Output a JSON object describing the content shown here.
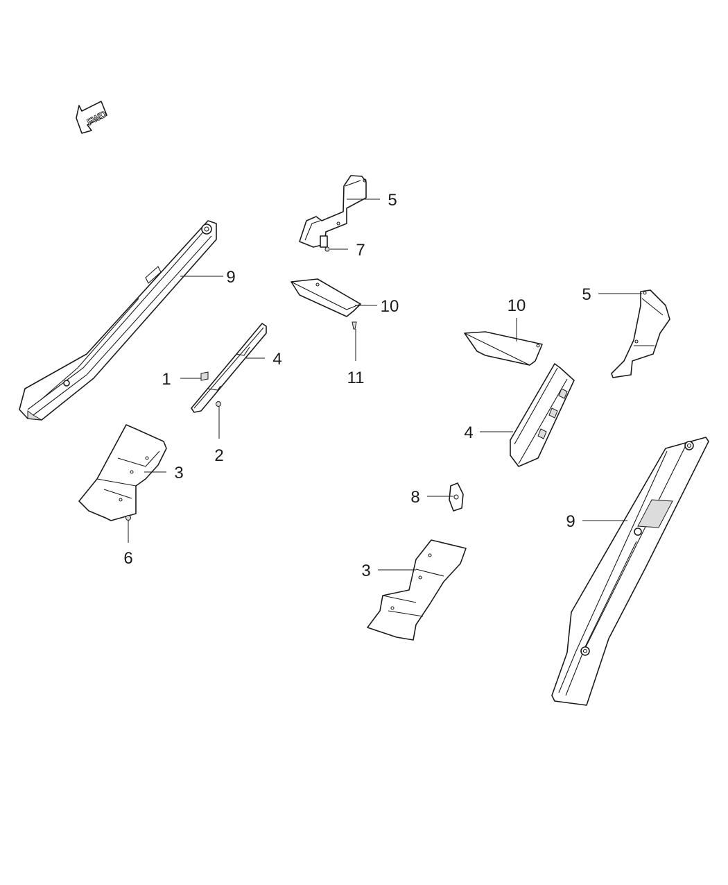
{
  "diagram": {
    "fwd_arrow": {
      "label": "FWD",
      "icon": "forward-direction-arrow-icon"
    },
    "callouts": [
      {
        "id": "callout-1",
        "label": "1"
      },
      {
        "id": "callout-2",
        "label": "2"
      },
      {
        "id": "callout-3-left",
        "label": "3"
      },
      {
        "id": "callout-3-right",
        "label": "3"
      },
      {
        "id": "callout-4-left",
        "label": "4"
      },
      {
        "id": "callout-4-right",
        "label": "4"
      },
      {
        "id": "callout-5-left",
        "label": "5"
      },
      {
        "id": "callout-5-right",
        "label": "5"
      },
      {
        "id": "callout-6",
        "label": "6"
      },
      {
        "id": "callout-7",
        "label": "7"
      },
      {
        "id": "callout-8",
        "label": "8"
      },
      {
        "id": "callout-9-left",
        "label": "9"
      },
      {
        "id": "callout-9-right",
        "label": "9"
      },
      {
        "id": "callout-10-left",
        "label": "10"
      },
      {
        "id": "callout-10-right",
        "label": "10"
      },
      {
        "id": "callout-11",
        "label": "11"
      }
    ],
    "colors": {
      "line": "#1a1a1a",
      "background": "#ffffff",
      "shade": "#dcdcdc"
    }
  }
}
